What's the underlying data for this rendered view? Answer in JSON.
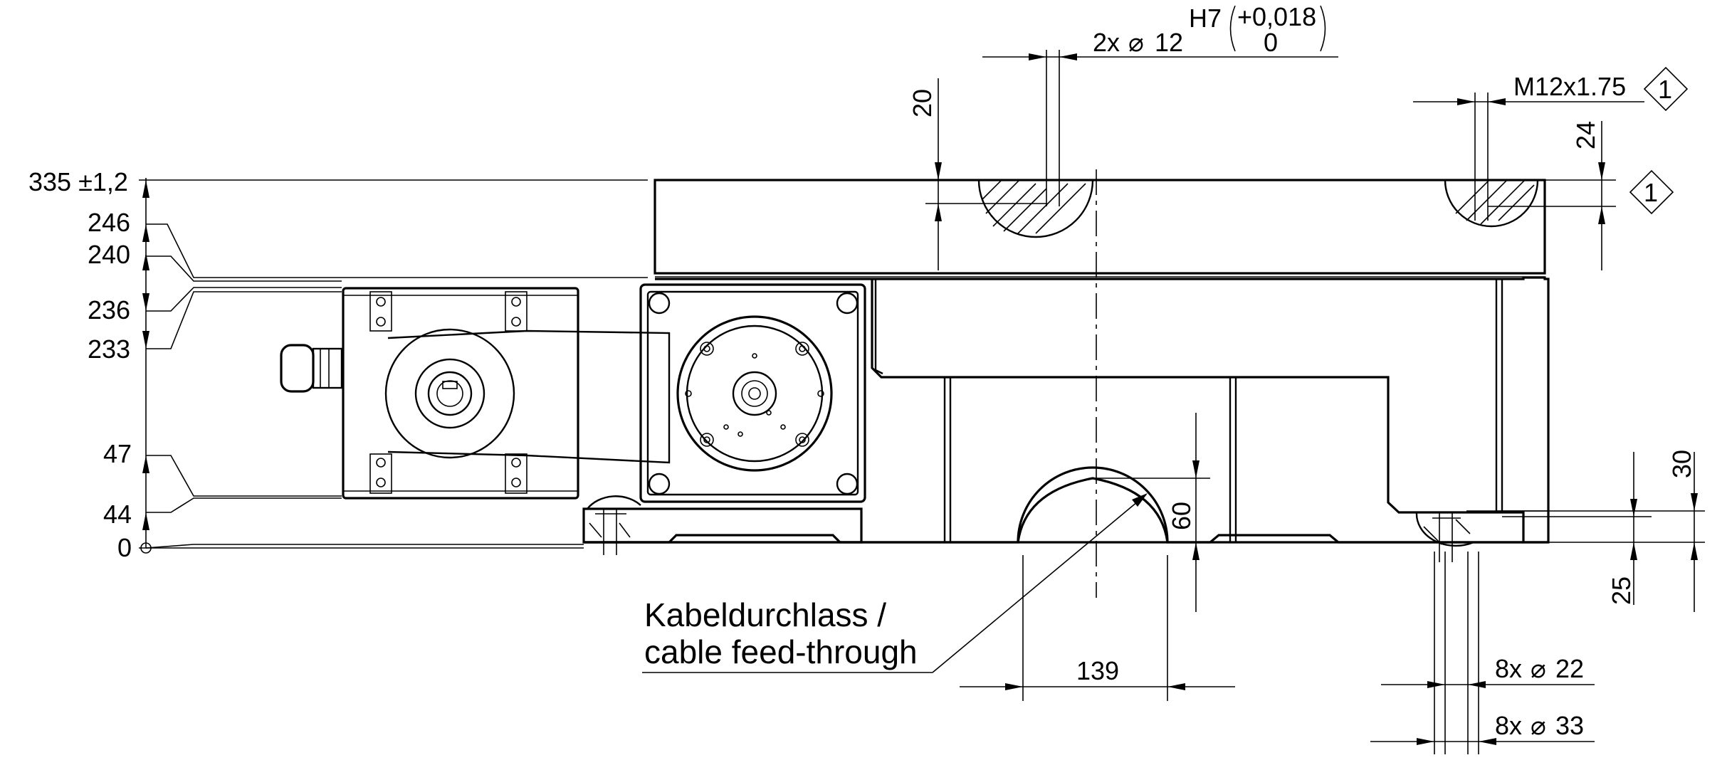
{
  "left_dimensions": {
    "d335": "335 ±1,2",
    "d246": "246",
    "d240": "240",
    "d236": "236",
    "d233": "233",
    "d47": "47",
    "d44": "44",
    "d0": "0"
  },
  "top_callouts": {
    "bore_count": "2x",
    "bore_diameter": "12",
    "tolerance_class": "H7",
    "tolerance_upper": "+0,018",
    "tolerance_lower": "0",
    "depth_20": "20",
    "thread": "M12x1.75",
    "thread_depth": "24",
    "reference_1": "1",
    "reference_2": "1"
  },
  "right_dimensions": {
    "d30": "30",
    "d25": "25",
    "hole_small_count": "8x",
    "hole_small_diameter": "22",
    "hole_large_count": "8x",
    "hole_large_diameter": "33"
  },
  "bottom_dimensions": {
    "d60": "60",
    "d139": "139"
  },
  "annotation": {
    "line1": "Kabeldurchlass /",
    "line2": "cable feed-through"
  },
  "symbols": {
    "diameter": "⌀"
  }
}
